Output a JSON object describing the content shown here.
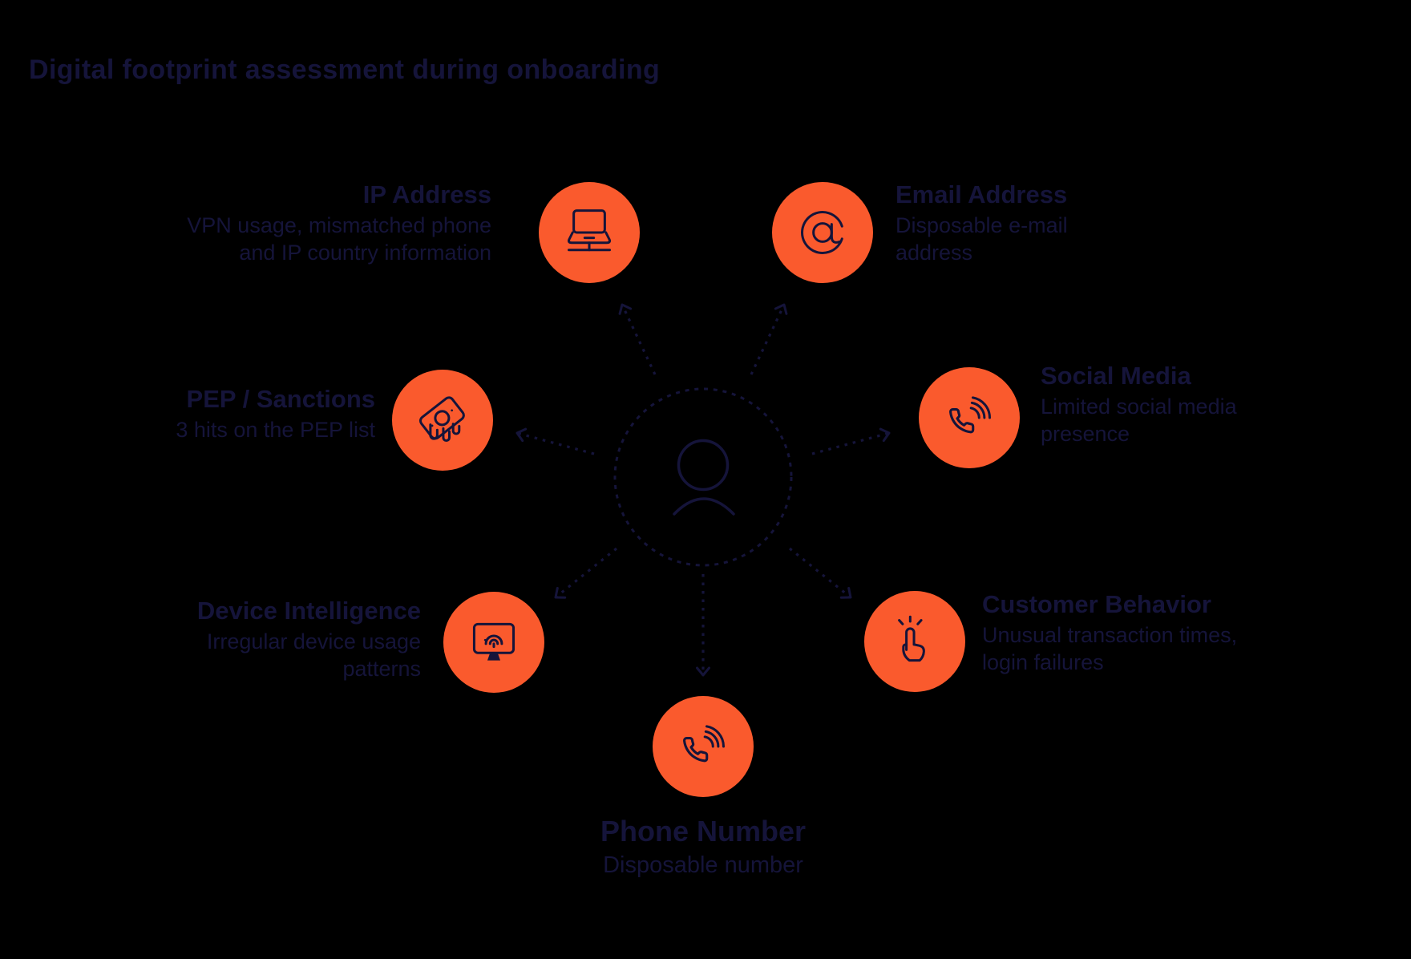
{
  "title": "Digital footprint assessment during onboarding",
  "colors": {
    "accent_orange": "#FA5A2D",
    "ink_navy": "#15143A",
    "background": "#000000"
  },
  "center": {
    "icon": "person-icon"
  },
  "nodes": [
    {
      "id": "ip-address",
      "label": "IP Address",
      "description": "VPN usage, mismatched phone\nand IP country information",
      "icon": "laptop-icon"
    },
    {
      "id": "email-address",
      "label": "Email Address",
      "description": "Disposable e-mail\naddress",
      "icon": "at-sign-icon"
    },
    {
      "id": "social-media",
      "label": "Social Media",
      "description": "Limited social media\npresence",
      "icon": "phone-call-icon"
    },
    {
      "id": "pep-sanctions",
      "label": "PEP / Sanctions",
      "description": "3 hits on the PEP list",
      "icon": "banknote-icon"
    },
    {
      "id": "device-intelligence",
      "label": "Device Intelligence",
      "description": "Irregular device usage\npatterns",
      "icon": "monitor-fingerprint-icon"
    },
    {
      "id": "customer-behavior",
      "label": "Customer Behavior",
      "description": "Unusual transaction times,\nlogin failures",
      "icon": "tap-click-icon"
    },
    {
      "id": "phone-number",
      "label": "Phone Number",
      "description": "Disposable number",
      "icon": "phone-call-icon"
    }
  ]
}
